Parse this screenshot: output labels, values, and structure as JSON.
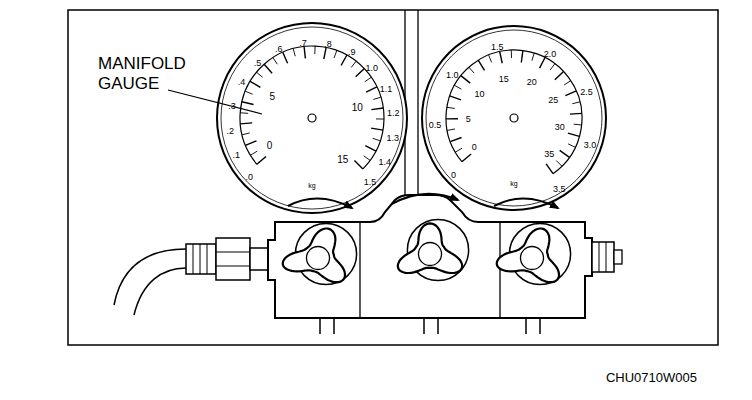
{
  "diagram": {
    "labels": [
      "MANIFOLD GAUGE",
      ".0",
      ".1",
      ".2",
      ".3",
      ".4",
      ".5",
      ".6",
      ".7",
      ".8",
      ".9",
      "1.0",
      "1.1",
      "1.2",
      "1.3",
      "1.4",
      "1.5",
      "0",
      "5",
      "10",
      "15",
      "kg",
      "0",
      "0.5",
      "1.0",
      "1.5",
      "2.0",
      "2.5",
      "3.0",
      "3.5",
      "0",
      "5",
      "10",
      "15",
      "20",
      "25",
      "30",
      "35",
      "kg",
      "CHU0710W005"
    ]
  }
}
